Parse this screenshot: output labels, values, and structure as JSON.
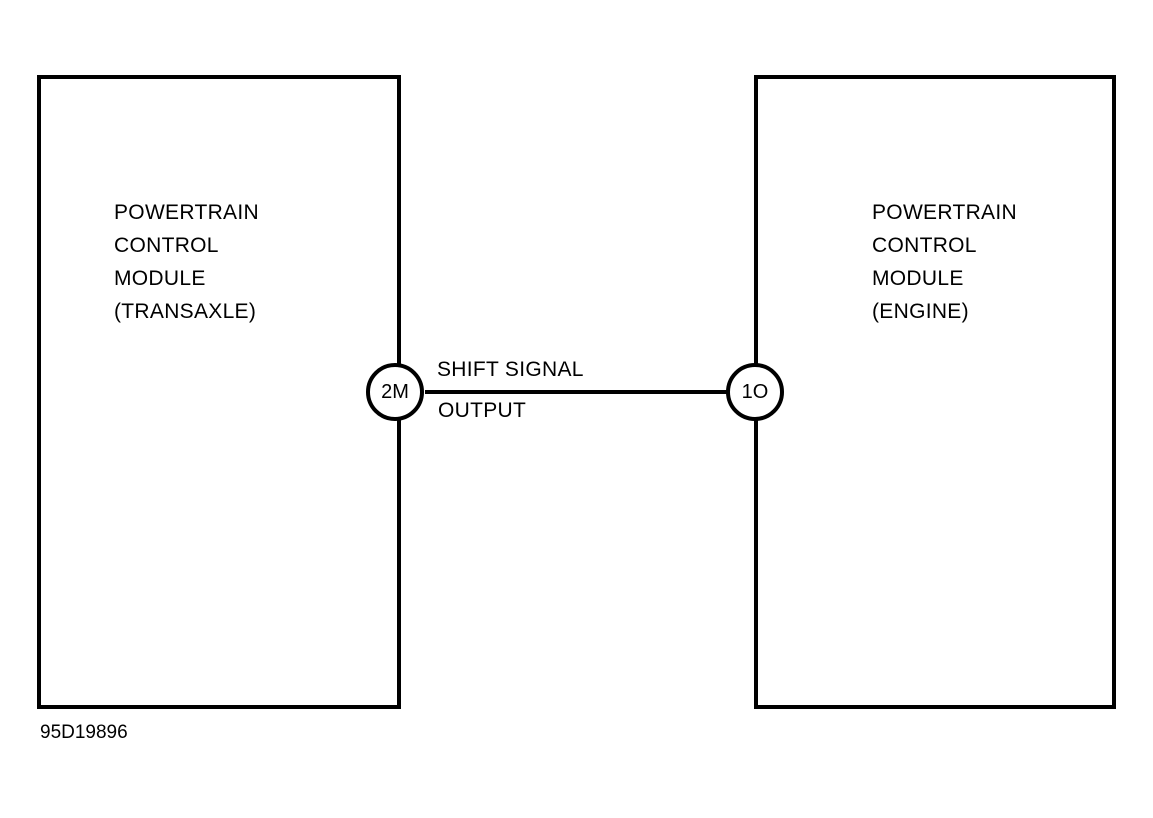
{
  "diagram": {
    "left_module": {
      "lines": [
        "POWERTRAIN",
        "CONTROL",
        "MODULE",
        "(TRANSAXLE)"
      ],
      "pin": "2M"
    },
    "right_module": {
      "lines": [
        "POWERTRAIN",
        "CONTROL",
        "MODULE",
        "(ENGINE)"
      ],
      "pin": "1O"
    },
    "wire": {
      "label_top": "SHIFT SIGNAL",
      "label_bottom": "OUTPUT"
    },
    "figure_id": "95D19896"
  }
}
